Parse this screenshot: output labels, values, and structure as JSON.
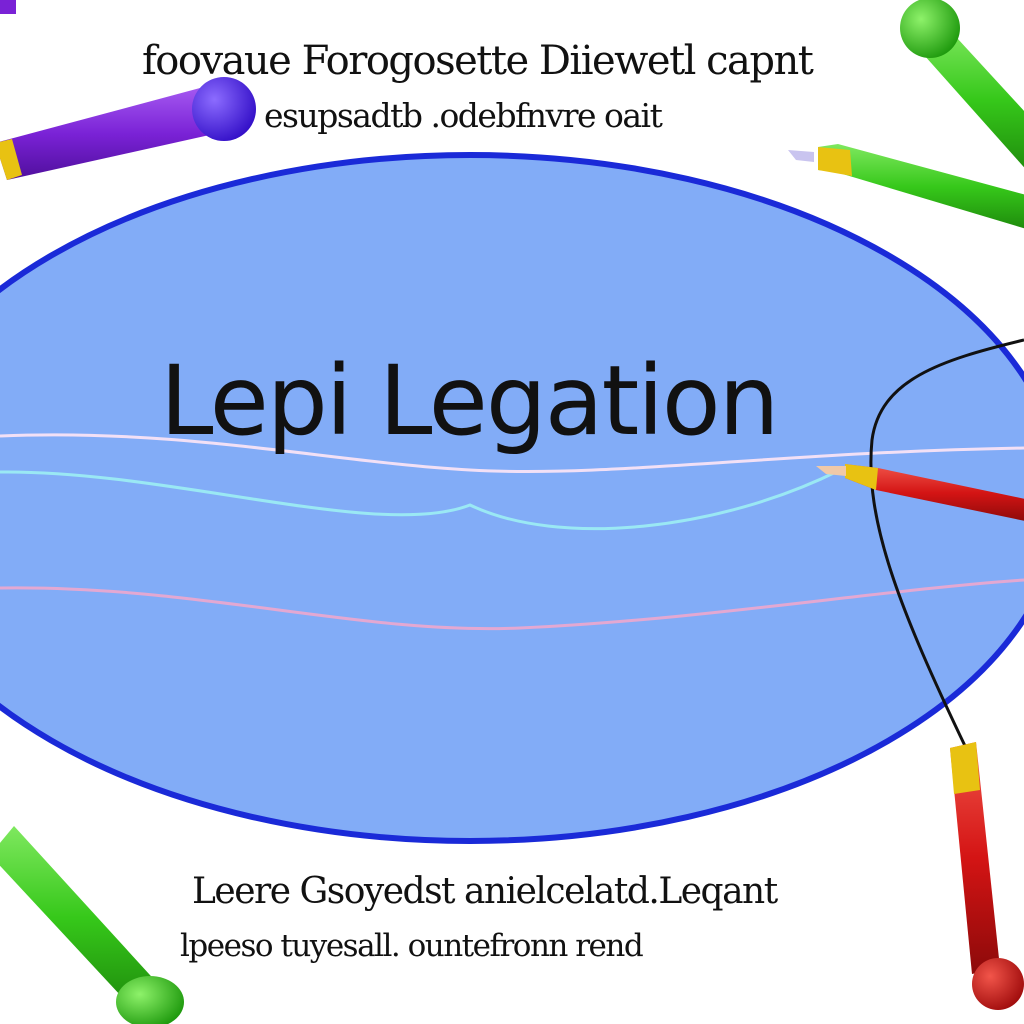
{
  "captions": {
    "top_line_1": "foovaue Forogosette Diiewetl capnt",
    "top_line_2": "esupsadtb .odebfnvre oait",
    "title": "Lepi Legation",
    "bottom_line_1": "Leere Gsoyedst anielcelatd.Leqant",
    "bottom_line_2": "lpeeso tuyesall. ountefronn rend"
  },
  "colors": {
    "ellipse_fill": "#82acf7",
    "ellipse_outline": "#1a2ad8",
    "marker_purple": "#7a22d6",
    "marker_green": "#36c81a",
    "marker_red": "#d41414",
    "marker_tip_yellow": "#e8c212",
    "string": "#111111",
    "wave_light": "#f2e0f6",
    "wave_cyan": "#9ae8f4",
    "wave_pink": "#e3a8d2"
  },
  "icons": [
    "purple-marker-icon",
    "green-marker-icon",
    "red-marker-icon"
  ]
}
